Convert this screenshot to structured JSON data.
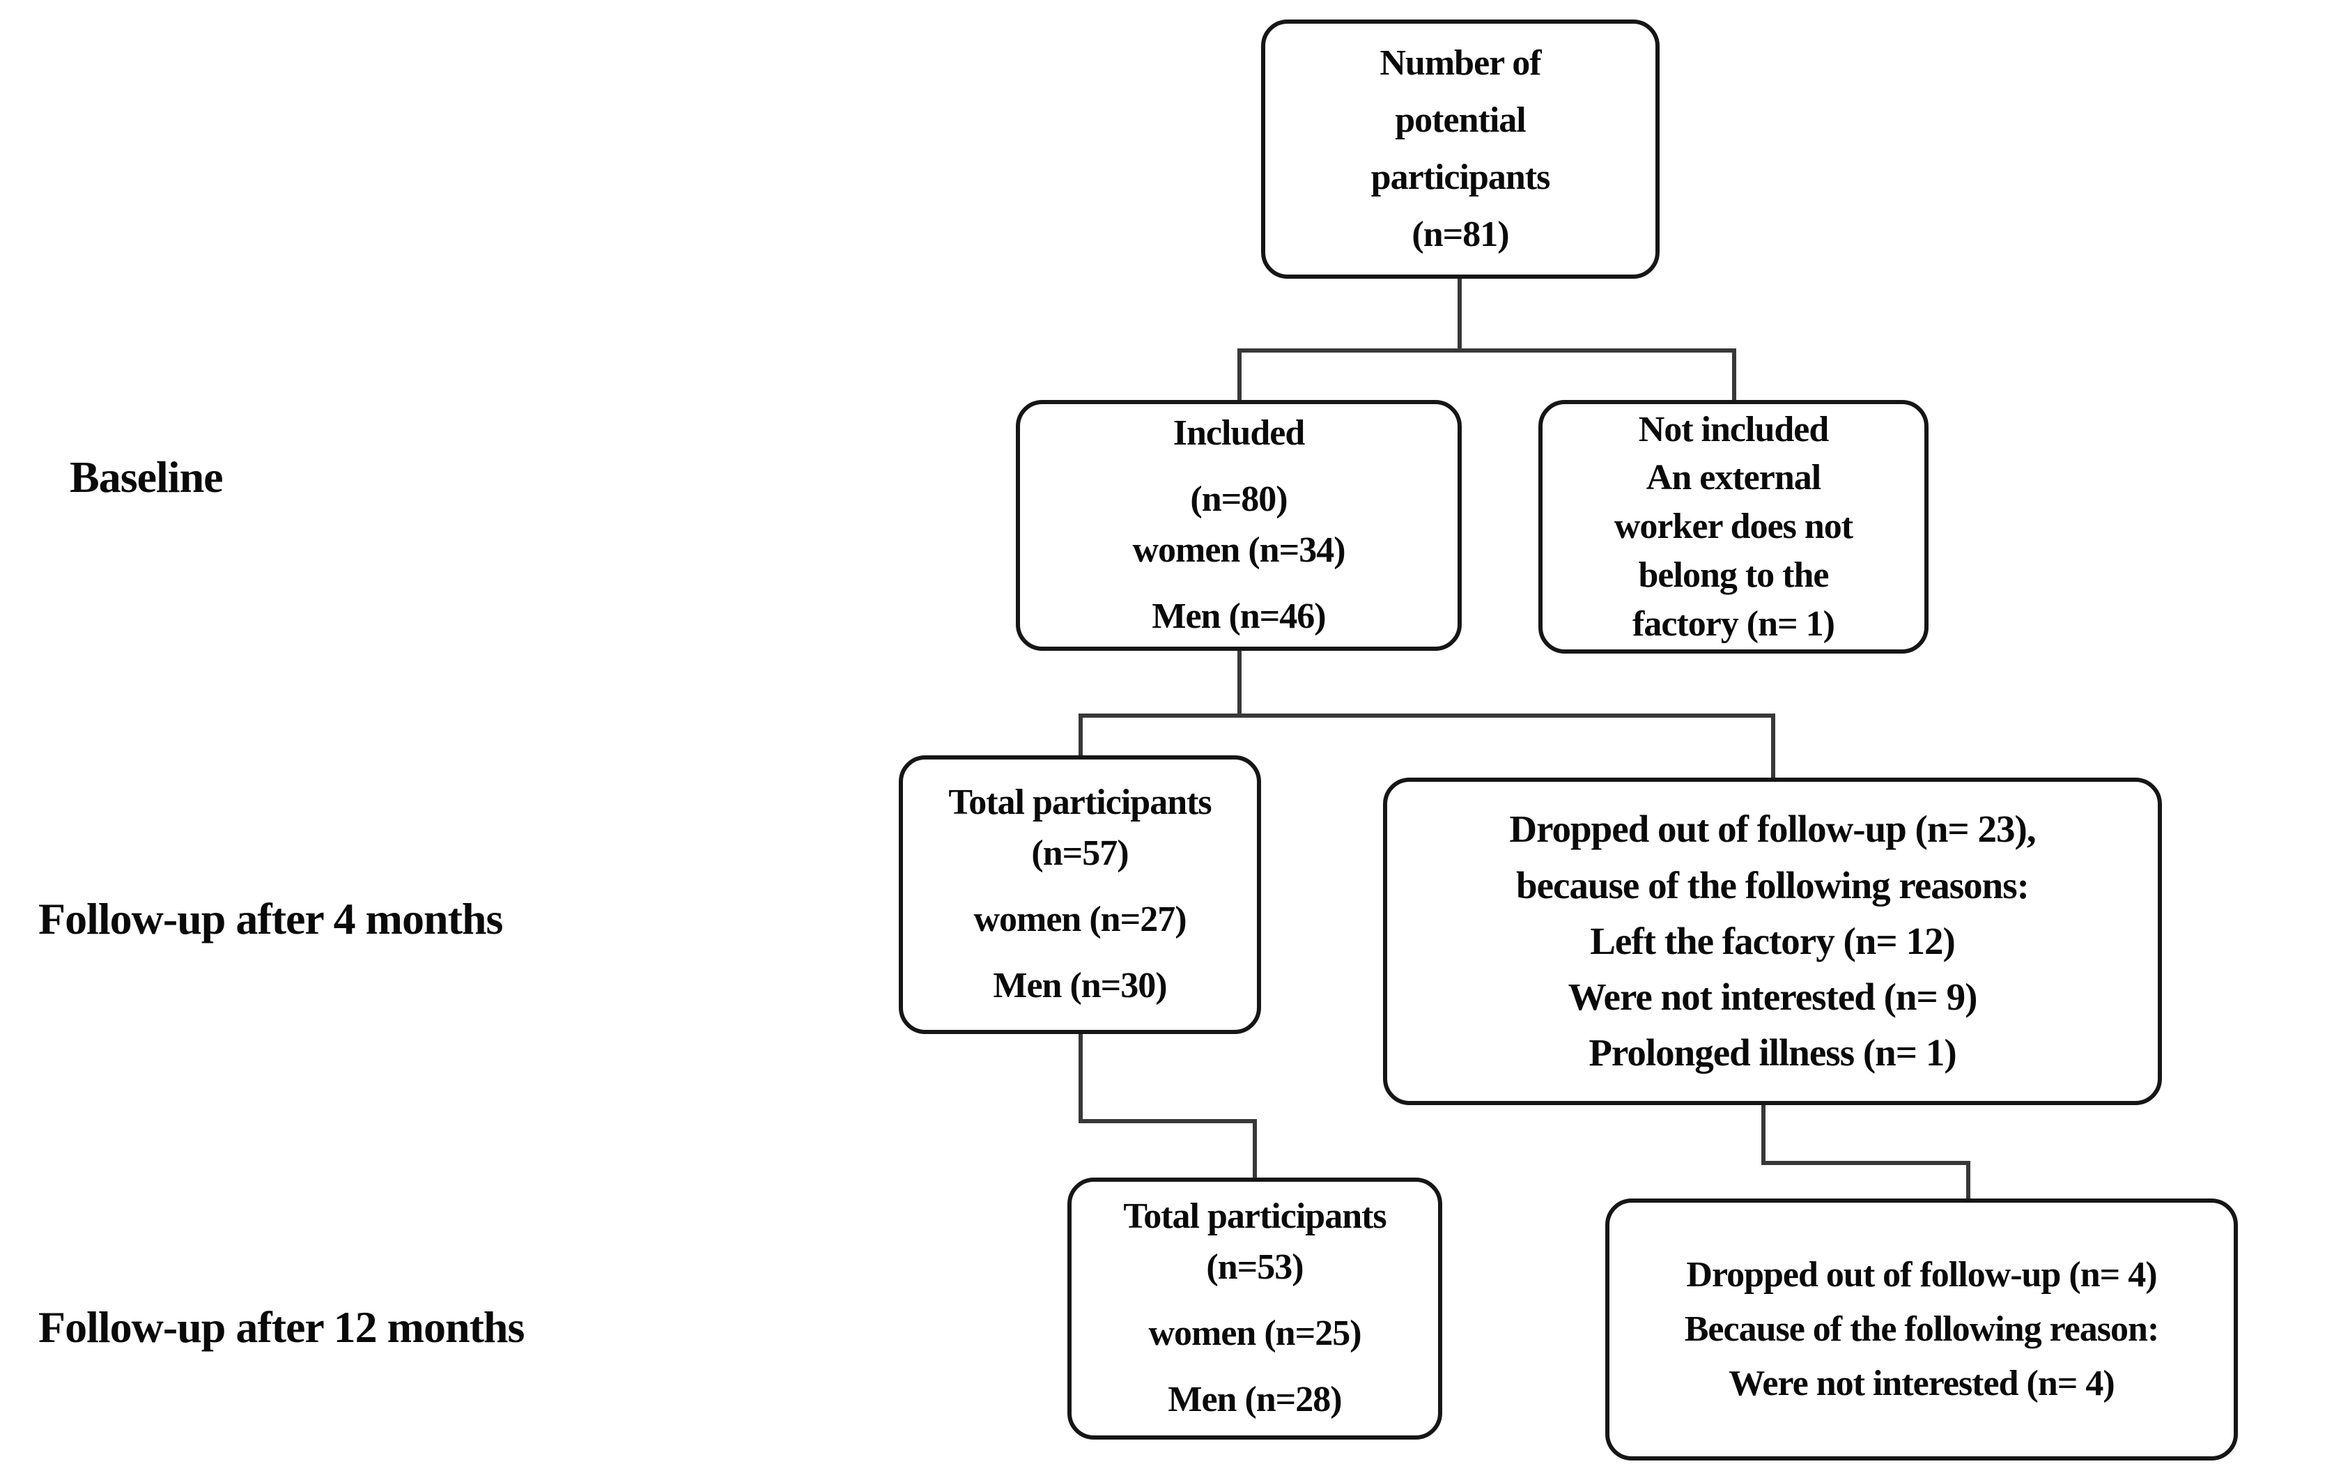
{
  "figure": {
    "kind": "participant-flow-diagram",
    "colors": {
      "background": "#ffffff",
      "box_border": "#161616",
      "connector": "#383838",
      "text": "#0a0a0a"
    },
    "stage_labels": {
      "baseline": "Baseline",
      "followup_4_months": "Follow-up after 4 months",
      "followup_12_months": "Follow-up after 12 months"
    },
    "boxes": {
      "potential_participants": {
        "lines": [
          "Number of",
          "potential",
          "participants",
          "(n=81)"
        ]
      },
      "included": {
        "lines": [
          "Included",
          "(n=80)",
          "women (n=34)",
          "Men (n=46)"
        ]
      },
      "not_included": {
        "lines": [
          "Not included",
          "An external",
          "worker does not",
          "belong to the",
          "factory (n= 1)"
        ]
      },
      "total_4_months": {
        "lines": [
          "Total participants",
          "(n=57)",
          "women (n=27)",
          "Men (n=30)"
        ]
      },
      "dropped_4_months": {
        "lines": [
          "Dropped out of follow-up (n= 23),",
          "because of the following reasons:",
          "Left the factory (n= 12)",
          "Were not interested (n= 9)",
          "Prolonged illness (n= 1)"
        ]
      },
      "total_12_months": {
        "lines": [
          "Total participants",
          "(n=53)",
          "women (n=25)",
          "Men (n=28)"
        ]
      },
      "dropped_12_months": {
        "lines": [
          "Dropped out of follow-up (n= 4)",
          "Because of the following reason:",
          "Were not interested (n= 4)"
        ]
      }
    }
  }
}
